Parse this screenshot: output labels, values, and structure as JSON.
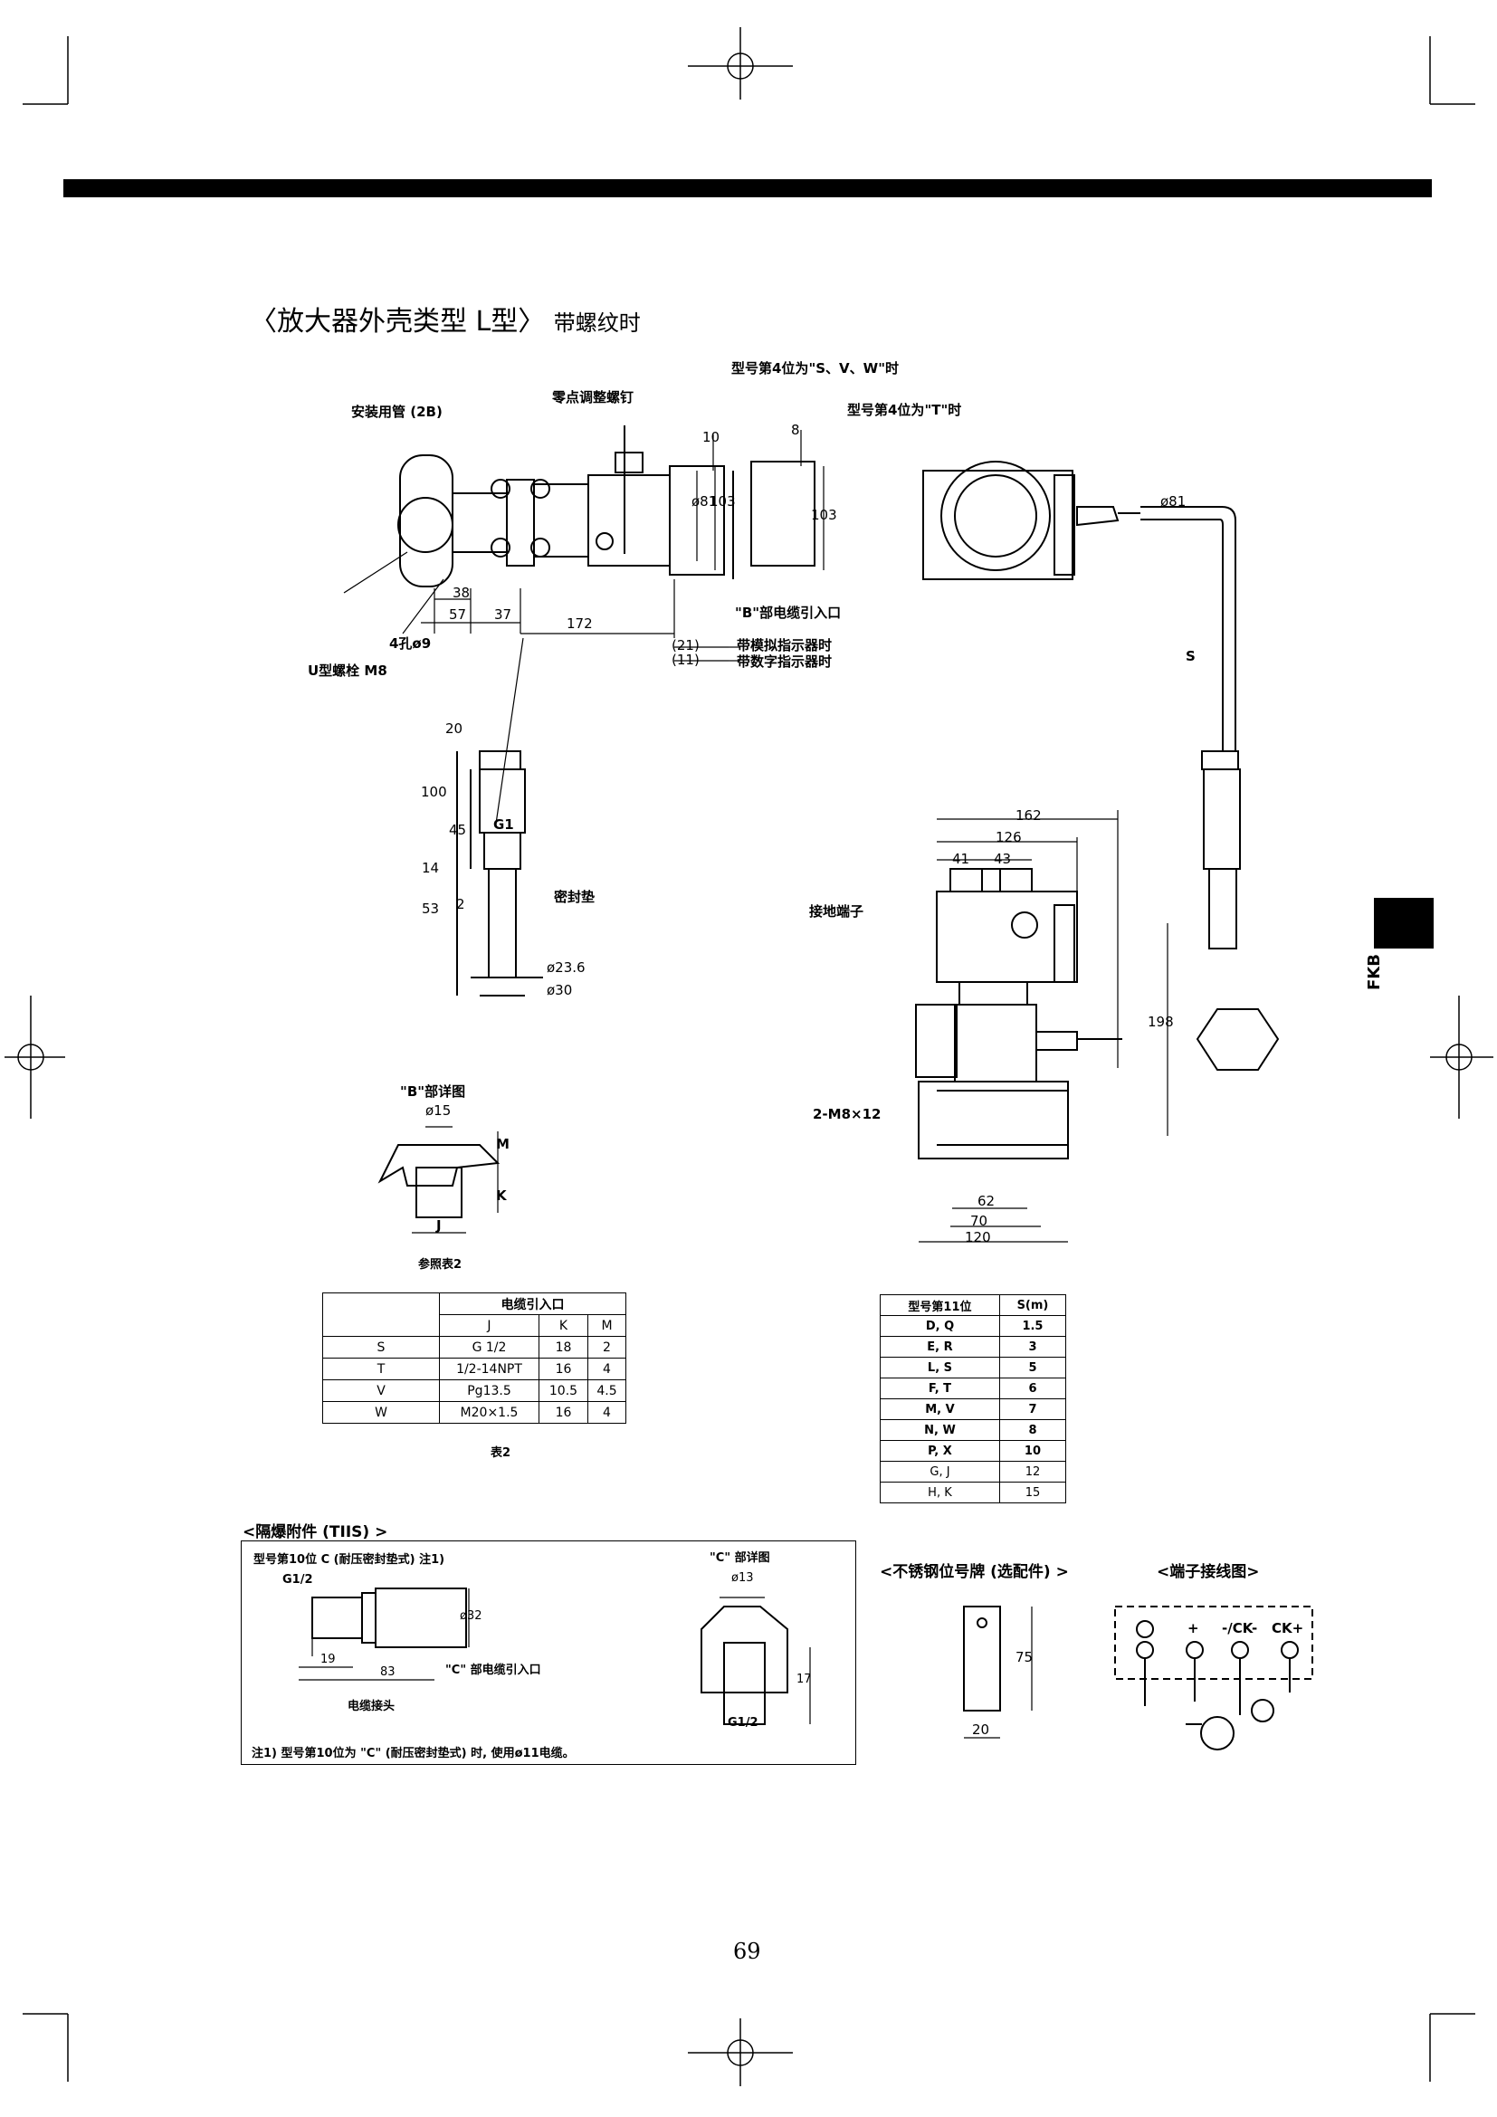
{
  "header": {
    "title": "〈放大器外壳类型 L型〉",
    "subtitle": "带螺纹时"
  },
  "top_view": {
    "mount_pipe": "安装用管 (2B)",
    "zero_screw": "零点调整螺钉",
    "model_svw": "型号第4位为\"S、V、W\"时",
    "model_t": "型号第4位为\"T\"时",
    "dim_10": "10",
    "dim_8": "8",
    "dim_81a": "ø81",
    "dim_103a": "103",
    "dim_103b": "103",
    "dim_38": "38",
    "dim_57": "57",
    "dim_37": "37",
    "dim_172": "172",
    "dim_21": "(21)",
    "dim_11": "(11)",
    "holes": "4孔ø9",
    "ubolt": "U型螺栓  M8",
    "b_entry": "\"B\"部电缆引入口",
    "analog": "带模拟指示器时",
    "digital": "带数字指示器时"
  },
  "right_view": {
    "dim_81": "ø81",
    "dim_s": "S"
  },
  "fitting_view": {
    "dim_20": "20",
    "dim_100": "100",
    "dim_45": "45",
    "dim_14": "14",
    "dim_53": "53",
    "dim_2": "2",
    "g1": "G1",
    "gasket": "密封垫",
    "d236": "ø23.6",
    "d30": "ø30"
  },
  "front_view": {
    "dim_162": "162",
    "dim_126": "126",
    "dim_41": "41",
    "dim_43": "43",
    "ground": "接地端子",
    "dim_198": "198",
    "bolt": "2-M8×12",
    "dim_62": "62",
    "dim_70": "70",
    "dim_120": "120"
  },
  "b_detail": {
    "title": "\"B\"部详图",
    "d15": "ø15",
    "m": "M",
    "k": "K",
    "j": "J",
    "ref": "参照表2"
  },
  "table2": {
    "group_header": "电缆引入口",
    "columns": [
      "J",
      "K",
      "M"
    ],
    "rows": [
      {
        "code": "S",
        "j": "G 1/2",
        "k": "18",
        "m": "2"
      },
      {
        "code": "T",
        "j": "1/2-14NPT",
        "k": "16",
        "m": "4"
      },
      {
        "code": "V",
        "j": "Pg13.5",
        "k": "10.5",
        "m": "4.5"
      },
      {
        "code": "W",
        "j": "M20×1.5",
        "k": "16",
        "m": "4"
      }
    ],
    "caption": "表2"
  },
  "table_s": {
    "header_code": "型号第11位",
    "header_s": "S(m)",
    "rows": [
      {
        "code": "D, Q",
        "s": "1.5"
      },
      {
        "code": "E, R",
        "s": "3"
      },
      {
        "code": "L, S",
        "s": "5"
      },
      {
        "code": "F, T",
        "s": "6"
      },
      {
        "code": "M, V",
        "s": "7"
      },
      {
        "code": "N, W",
        "s": "8"
      },
      {
        "code": "P, X",
        "s": "10"
      },
      {
        "code": "G, J",
        "s": "12"
      },
      {
        "code": "H, K",
        "s": "15"
      }
    ]
  },
  "tiis": {
    "title": "<隔爆附件 (TIIS) >",
    "model_c": "型号第10位 C (耐压密封垫式) 注1)",
    "g12": "G1/2",
    "d32": "ø32",
    "dim_19": "19",
    "dim_83": "83",
    "c_entry": "\"C\" 部电缆引入口",
    "connector": "电缆接头",
    "c_detail": "\"C\" 部详图",
    "d13": "ø13",
    "dim_17": "17",
    "g12b": "G1/2",
    "note": "注1) 型号第10位为 \"C\" (耐压密封垫式) 时, 使用ø11电缆。"
  },
  "tag": {
    "title": "<不锈钢位号牌 (选配件) >",
    "dim_75": "75",
    "dim_20": "20"
  },
  "terminal": {
    "title": "<端子接线图>",
    "plus": "+",
    "ck_minus": "-/CK-",
    "ck_plus": "CK+"
  },
  "side_tab": {
    "label": "FKB"
  },
  "page_number": "69"
}
